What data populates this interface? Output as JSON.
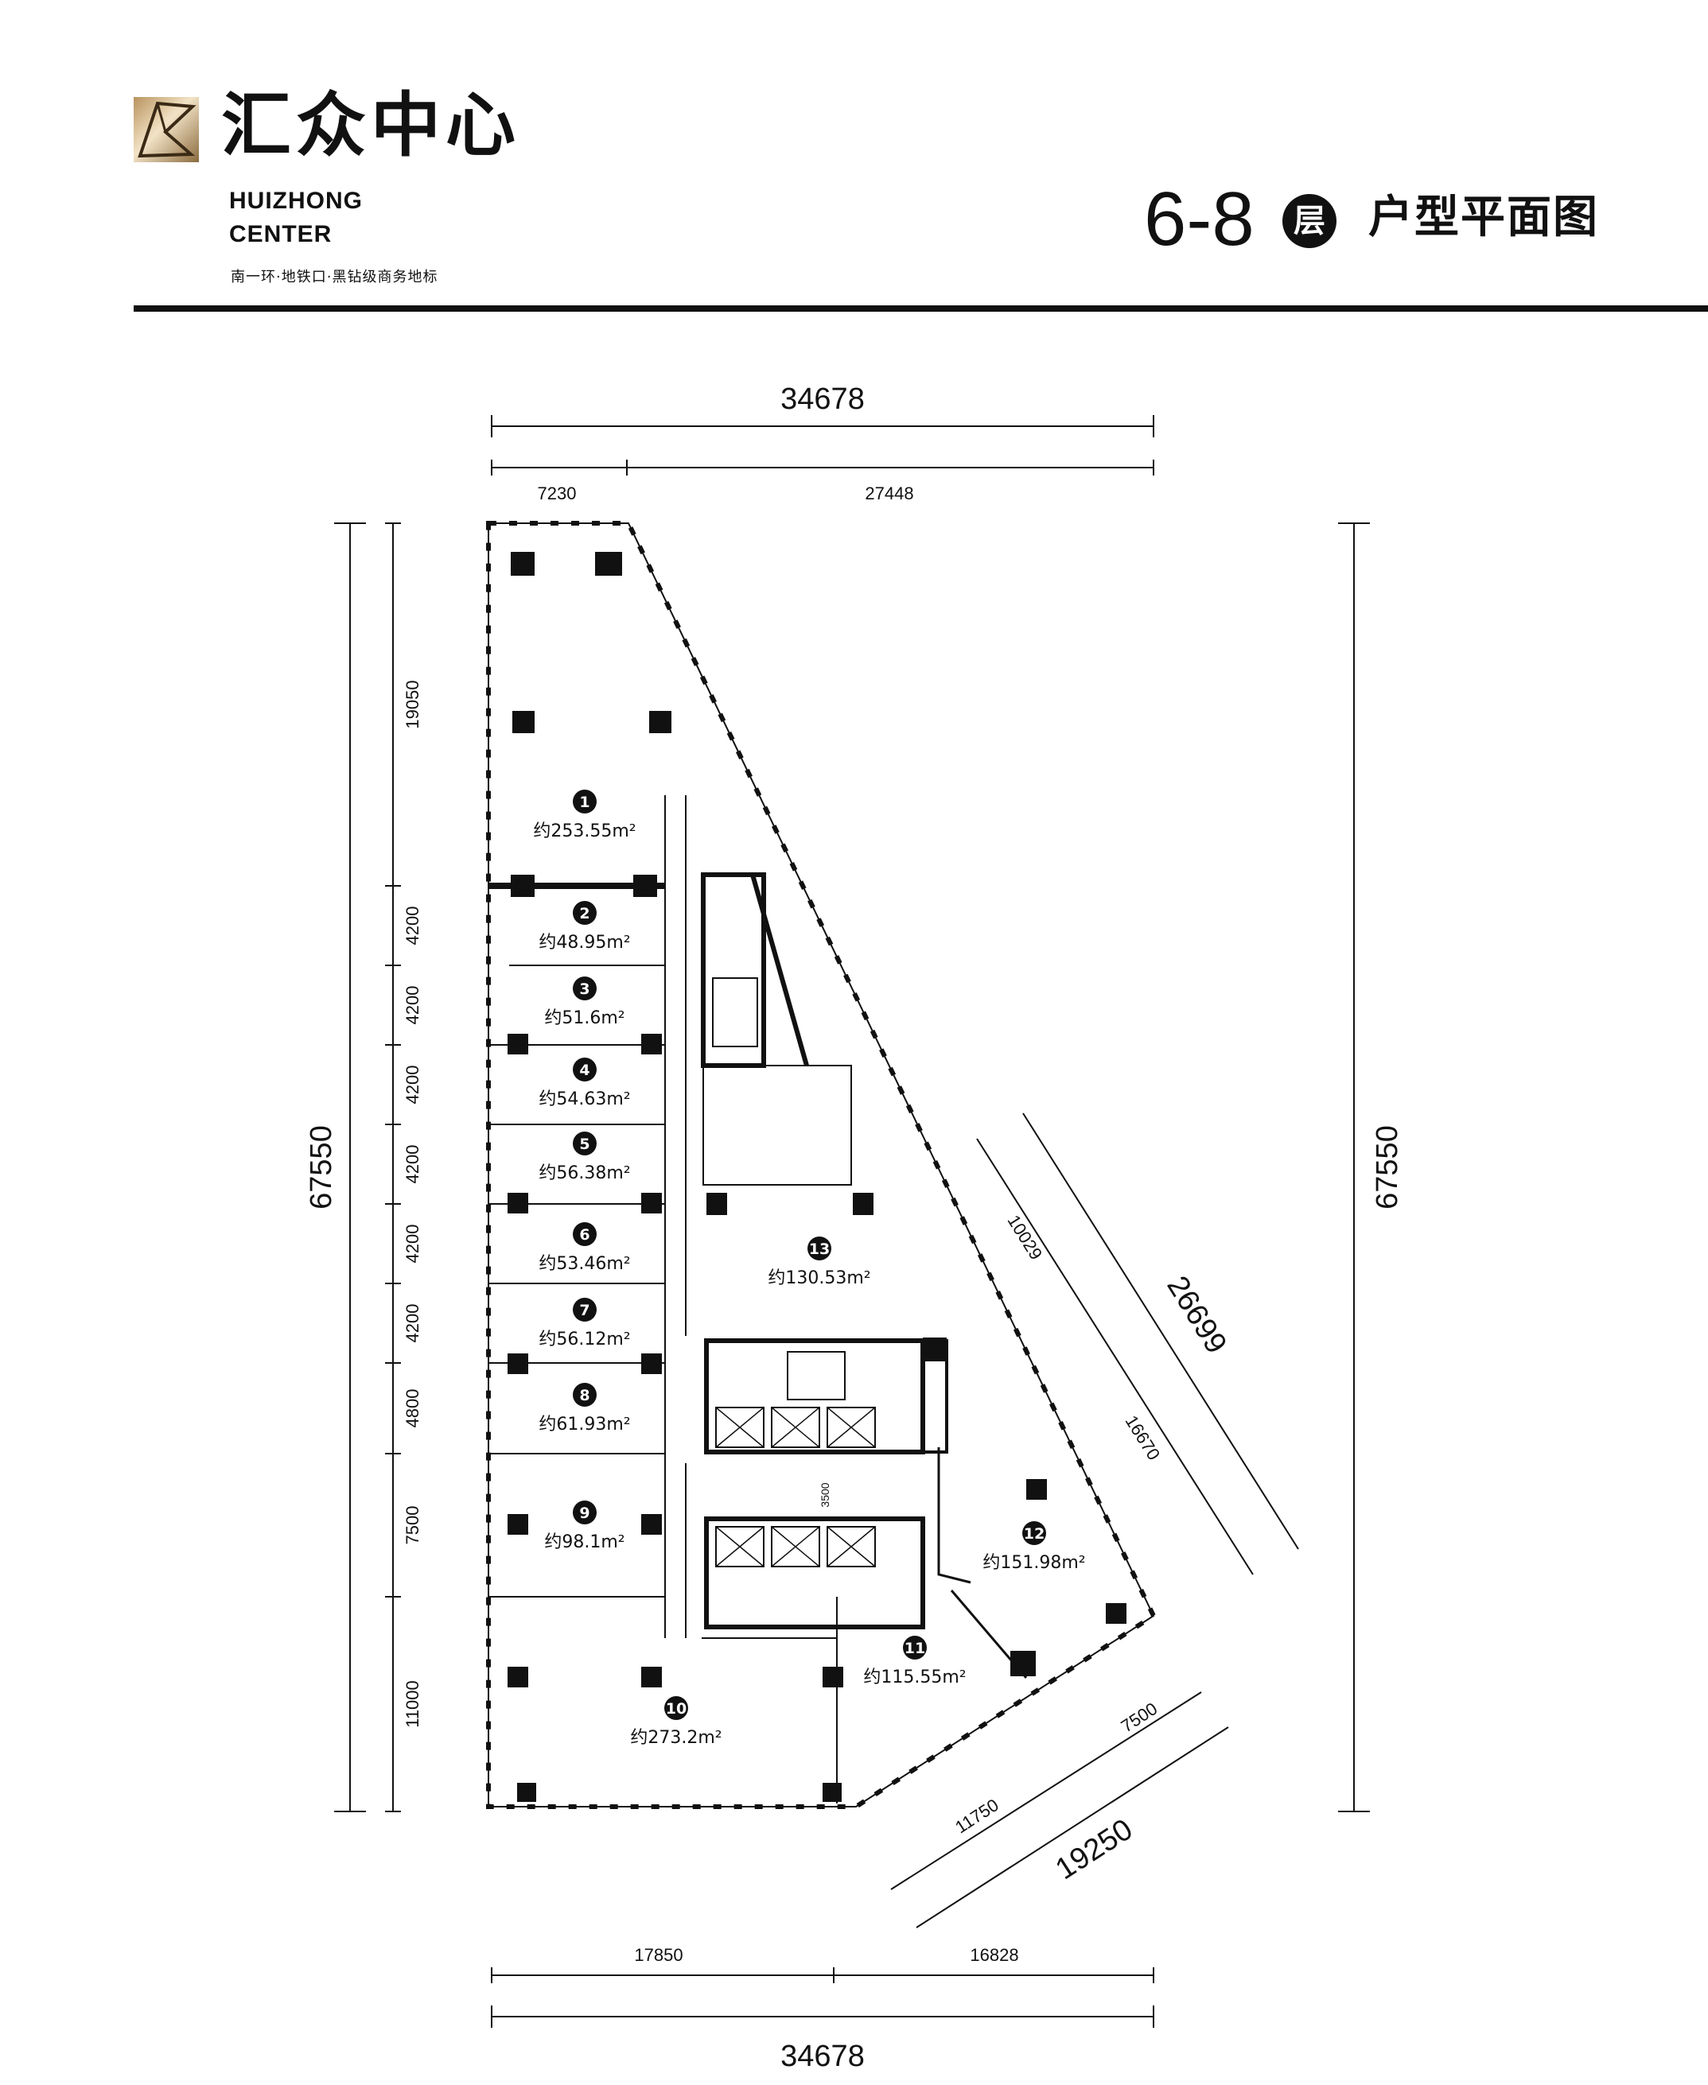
{
  "header": {
    "brand_cn": "汇众中心",
    "brand_en_line1": "HUIZHONG",
    "brand_en_line2": "CENTER",
    "tagline": "南一环·地铁口·黑钻级商务地标",
    "floor_range": "6-8",
    "floor_badge": "层",
    "plan_title": "户型平面图",
    "logo_icon": "diamond-logo-icon",
    "accent_color": "#c9a26a"
  },
  "dimensions": {
    "top_total": "34678",
    "top_left": "7230",
    "top_right": "27448",
    "bottom_total": "34678",
    "bottom_left": "17850",
    "bottom_right": "16828",
    "left_total": "67550",
    "right_total": "67550",
    "left_segments": [
      "19050",
      "4200",
      "4200",
      "4200",
      "4200",
      "4200",
      "4200",
      "4800",
      "7500",
      "11000"
    ],
    "diag_total": "26699",
    "diag_upper": "10029",
    "diag_lower": "16670",
    "corner_total": "19250",
    "corner_left": "11750",
    "corner_right": "7500",
    "core_gap": "3500"
  },
  "units": [
    {
      "no": "1",
      "area": "约253.55m²"
    },
    {
      "no": "2",
      "area": "约48.95m²"
    },
    {
      "no": "3",
      "area": "约51.6m²"
    },
    {
      "no": "4",
      "area": "约54.63m²"
    },
    {
      "no": "5",
      "area": "约56.38m²"
    },
    {
      "no": "6",
      "area": "约53.46m²"
    },
    {
      "no": "7",
      "area": "约56.12m²"
    },
    {
      "no": "8",
      "area": "约61.93m²"
    },
    {
      "no": "9",
      "area": "约98.1m²"
    },
    {
      "no": "10",
      "area": "约273.2m²"
    },
    {
      "no": "11",
      "area": "约115.55m²"
    },
    {
      "no": "12",
      "area": "约151.98m²"
    },
    {
      "no": "13",
      "area": "约130.53m²"
    }
  ]
}
